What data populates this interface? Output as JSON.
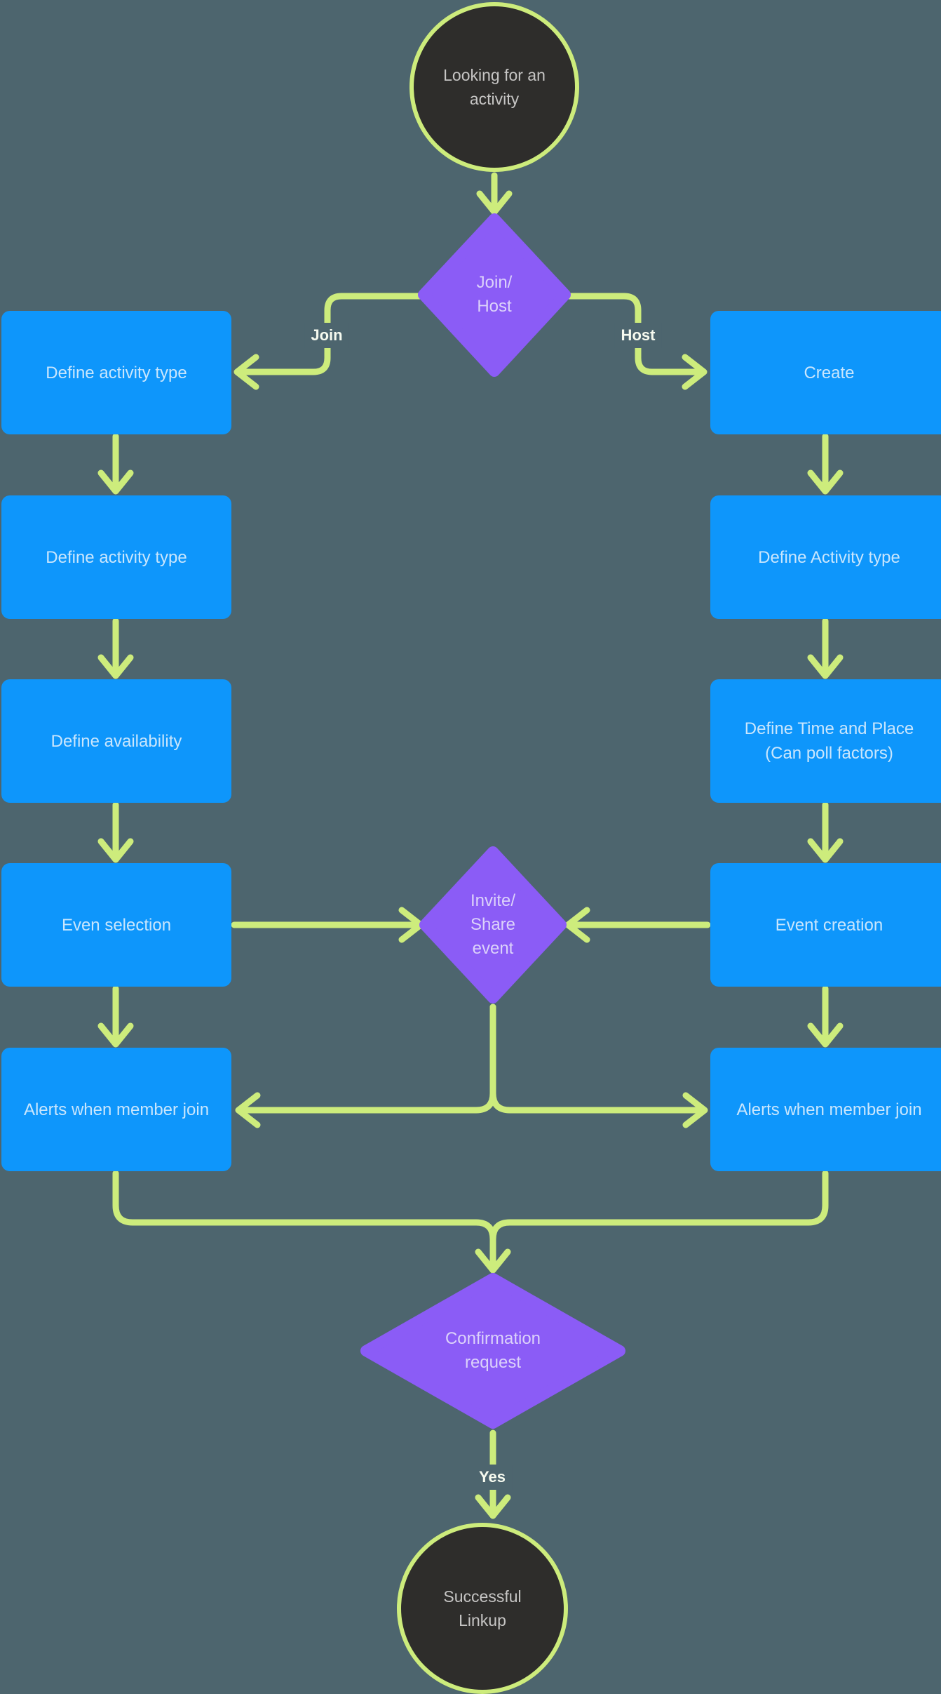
{
  "diagram": {
    "nodes": {
      "start": "Looking for an\nactivity",
      "join_host_decision": "Join/\nHost",
      "left_branch": [
        "Define activity type",
        "Define activity type",
        "Define availability",
        "Even selection",
        "Alerts when member join"
      ],
      "right_branch": [
        "Create",
        "Define Activity type",
        "Define Time and Place\n(Can poll factors)",
        "Event creation",
        "Alerts when member join"
      ],
      "invite_share_decision": "Invite/\nShare\nevent",
      "confirmation_decision": "Confirmation\nrequest",
      "end": "Successful\nLinkup"
    },
    "edge_labels": {
      "join": "Join",
      "host": "Host",
      "yes": "Yes"
    },
    "edges": [
      {
        "from": "start",
        "to": "join-host-decision",
        "label": ""
      },
      {
        "from": "join-host-decision",
        "to": "left-1",
        "label": "Join"
      },
      {
        "from": "join-host-decision",
        "to": "right-1",
        "label": "Host"
      },
      {
        "from": "left-1",
        "to": "left-2",
        "label": ""
      },
      {
        "from": "left-2",
        "to": "left-3",
        "label": ""
      },
      {
        "from": "left-3",
        "to": "left-4",
        "label": ""
      },
      {
        "from": "left-4",
        "to": "left-5",
        "label": ""
      },
      {
        "from": "right-1",
        "to": "right-2",
        "label": ""
      },
      {
        "from": "right-2",
        "to": "right-3",
        "label": ""
      },
      {
        "from": "right-3",
        "to": "right-4",
        "label": ""
      },
      {
        "from": "right-4",
        "to": "right-5",
        "label": ""
      },
      {
        "from": "left-4",
        "to": "invite-share-decision",
        "label": ""
      },
      {
        "from": "right-4",
        "to": "invite-share-decision",
        "label": ""
      },
      {
        "from": "invite-share-decision",
        "to": "left-5",
        "label": ""
      },
      {
        "from": "invite-share-decision",
        "to": "right-5",
        "label": ""
      },
      {
        "from": "left-5",
        "to": "confirmation-decision",
        "label": ""
      },
      {
        "from": "right-5",
        "to": "confirmation-decision",
        "label": ""
      },
      {
        "from": "confirmation-decision",
        "to": "end",
        "label": "Yes"
      }
    ],
    "colors": {
      "background": "#4D656E",
      "process_fill": "#0E96FB",
      "decision_fill": "#8B5CF6",
      "terminator_fill": "#2E2D2B",
      "connector": "#CDEC7C",
      "process_text": "#C9E6FD",
      "decision_text": "#DCD2FA",
      "terminator_text": "#C6C5C4",
      "edge_label_text": "#F6FAEF"
    }
  }
}
